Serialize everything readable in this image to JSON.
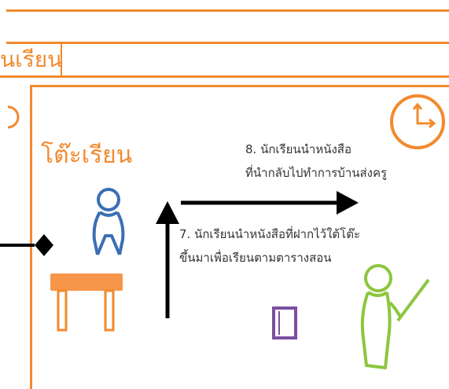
{
  "header": {
    "title_fragment": "นเรียน"
  },
  "classroom": {
    "desk_label": "โต๊ะเรียน",
    "step7": {
      "line1": "7. นักเรียนนำหนังสือที่ฝากไว้ใต้โต๊ะ",
      "line2": "ขึ้นมาเพื่อเรียนตามตารางสอน"
    },
    "step8": {
      "line1": "8. นักเรียนนำหนังสือ",
      "line2": "ที่นำกลับไปทำการบ้านส่งครู"
    }
  },
  "colors": {
    "frame": "#f28a2e",
    "student": "#3a6fb5",
    "teacher": "#8cc63f",
    "book": "#7b4fa0",
    "arrow": "#000000"
  },
  "icons": [
    "clock-icon",
    "student-figure-icon",
    "teacher-figure-icon",
    "desk-icon",
    "book-icon",
    "diamond-connector-icon"
  ]
}
